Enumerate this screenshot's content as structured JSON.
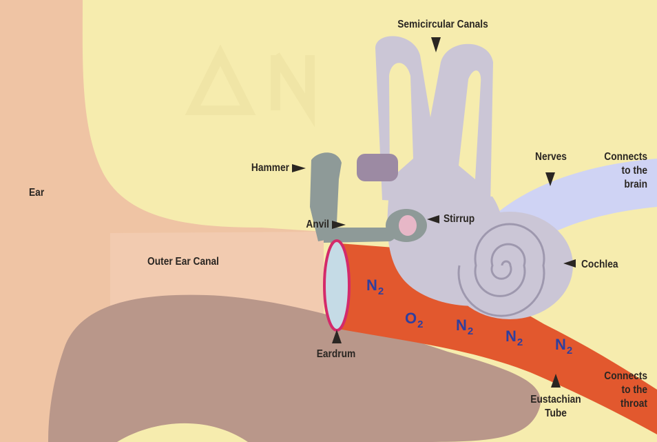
{
  "labels": {
    "semicircular_canals": "Semicircular Canals",
    "hammer": "Hammer",
    "anvil": "Anvil",
    "stirrup": "Stirrup",
    "nerves": "Nerves",
    "connects_brain": [
      "Connects",
      "to the",
      "brain"
    ],
    "ear": "Ear",
    "outer_ear_canal": "Outer Ear Canal",
    "cochlea": "Cochlea",
    "eardrum": "Eardrum",
    "eustachian_tube": [
      "Eustachian",
      "Tube"
    ],
    "connects_throat": [
      "Connects",
      "to the",
      "throat"
    ]
  },
  "gases": [
    {
      "symbol": "N",
      "sub": "2"
    },
    {
      "symbol": "O",
      "sub": "2"
    },
    {
      "symbol": "N",
      "sub": "2"
    },
    {
      "symbol": "N",
      "sub": "2"
    },
    {
      "symbol": "N",
      "sub": "2"
    }
  ],
  "colors": {
    "background": "#f6ecae",
    "skin": "#efc4a4",
    "tissue": "#b9978a",
    "inner_ear": "#cbc6d6",
    "ossicles": "#8e9a98",
    "eustachian_tube": "#e2582e",
    "eardrum_fill": "#c5dbe6",
    "eardrum_outline": "#d42a6a",
    "nerves": "#cfd3f4",
    "gas_text": "#2e3fa0"
  }
}
